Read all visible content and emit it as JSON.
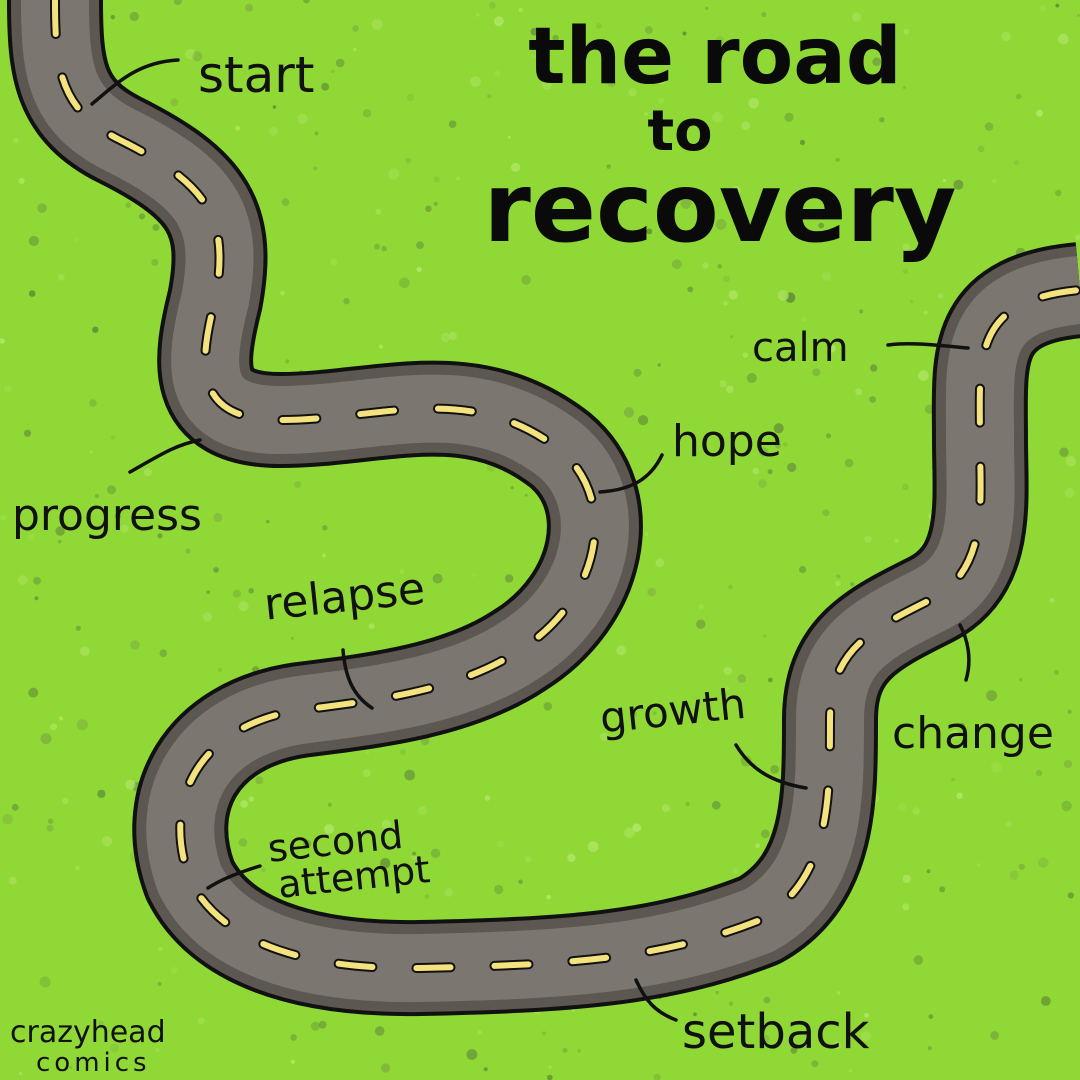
{
  "title": {
    "line1": "the road",
    "line2": "to",
    "line3": "recovery"
  },
  "labels": {
    "start": "start",
    "progress": "progress",
    "relapse": "relapse",
    "hope": "hope",
    "calm": "calm",
    "growth": "growth",
    "change": "change",
    "second_attempt_1": "second",
    "second_attempt_2": "attempt",
    "setback": "setback"
  },
  "credit": {
    "line1": "crazyhead",
    "line2": "comics"
  },
  "colors": {
    "background": "#8fd835",
    "road": "#7b7670",
    "road_edge": "#555049",
    "outline": "#111111",
    "dashes": "#f3e27d",
    "dots": "#6a9a3c"
  }
}
